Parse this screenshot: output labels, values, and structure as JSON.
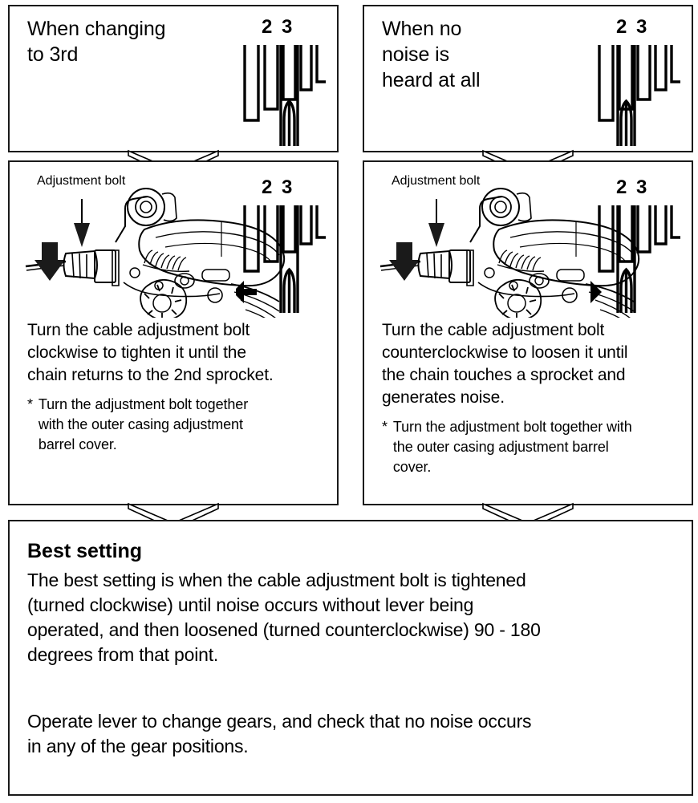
{
  "document": {
    "kind": "bicycle-derailleur-adjustment-flowchart"
  },
  "panels": {
    "top_left": {
      "heading": "When changing\nto 3rd",
      "cassette": {
        "label_2": "2",
        "label_3": "3",
        "chain_slot": 3,
        "arrow": "none"
      }
    },
    "top_right": {
      "heading": "When no\nnoise is\nheard at all",
      "cassette": {
        "label_2": "2",
        "label_3": "3",
        "chain_slot": 2,
        "arrow": "none"
      }
    },
    "middle_left": {
      "callout": "Adjustment bolt",
      "body": "Turn the cable adjustment bolt\nclockwise to tighten it until the\nchain returns to the 2nd sprocket.",
      "note_marker": "*",
      "note": "Turn the adjustment bolt together\nwith the outer casing adjustment\nbarrel cover.",
      "cassette": {
        "label_2": "2",
        "label_3": "3",
        "chain_slot": 3,
        "arrow": "left"
      }
    },
    "middle_right": {
      "callout": "Adjustment bolt",
      "body": "Turn the cable adjustment bolt\ncounterclockwise to loosen it until\nthe chain touches a sprocket and\ngenerates noise.",
      "note_marker": "*",
      "note": "Turn the adjustment bolt together with\nthe outer casing adjustment barrel\ncover.",
      "cassette": {
        "label_2": "2",
        "label_3": "3",
        "chain_slot": 2,
        "arrow": "right"
      }
    },
    "bottom": {
      "title": "Best setting",
      "paragraph_1": "The best setting is when the cable adjustment bolt is tightened\n(turned clockwise) until noise occurs without lever being\noperated, and then loosened (turned counterclockwise) 90 - 180\ndegrees from that point.",
      "paragraph_2": "Operate lever to change gears, and check that no noise occurs\nin any of the gear positions."
    }
  },
  "colors": {
    "ink": "#1a1a1a",
    "page": "#ffffff"
  }
}
